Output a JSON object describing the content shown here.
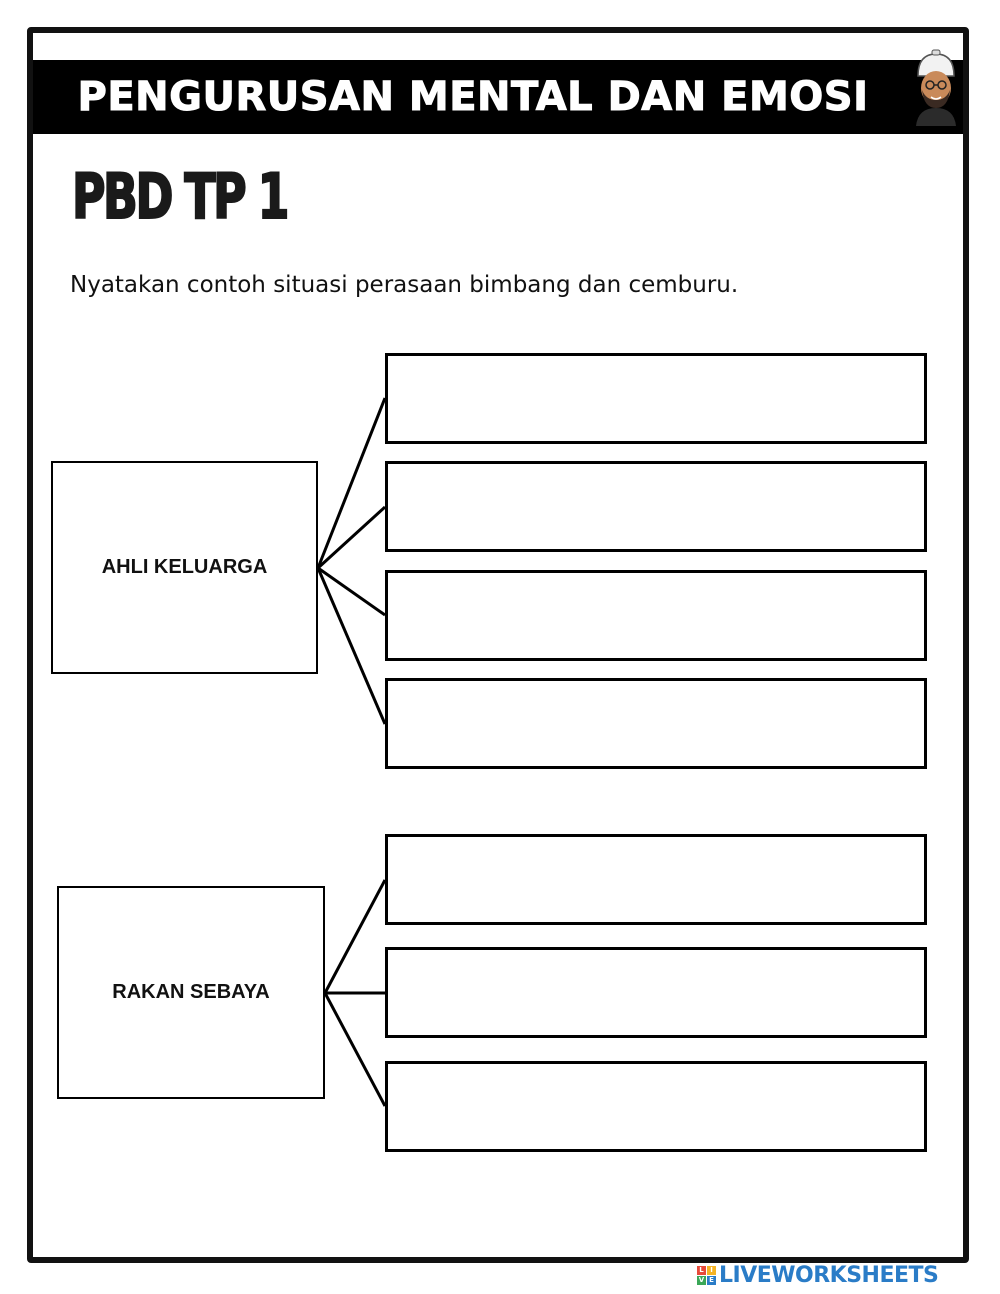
{
  "header": {
    "title": "PENGURUSAN MENTAL DAN EMOSI"
  },
  "sheet_code": "PBD TP 1",
  "instruction": "Nyatakan contoh situasi perasaan bimbang dan cemburu.",
  "groups": [
    {
      "label": "AHLI KELUARGA",
      "answers": [
        "",
        "",
        "",
        ""
      ]
    },
    {
      "label": "RAKAN SEBAYA",
      "answers": [
        "",
        "",
        ""
      ]
    }
  ],
  "watermark": {
    "text": "LIVEWORKSHEETS",
    "icon_letters": [
      "L",
      "I",
      "V",
      "E"
    ],
    "color": "#2a7cc7"
  },
  "icons": {
    "avatar": "cartoon-man-avatar-icon"
  }
}
